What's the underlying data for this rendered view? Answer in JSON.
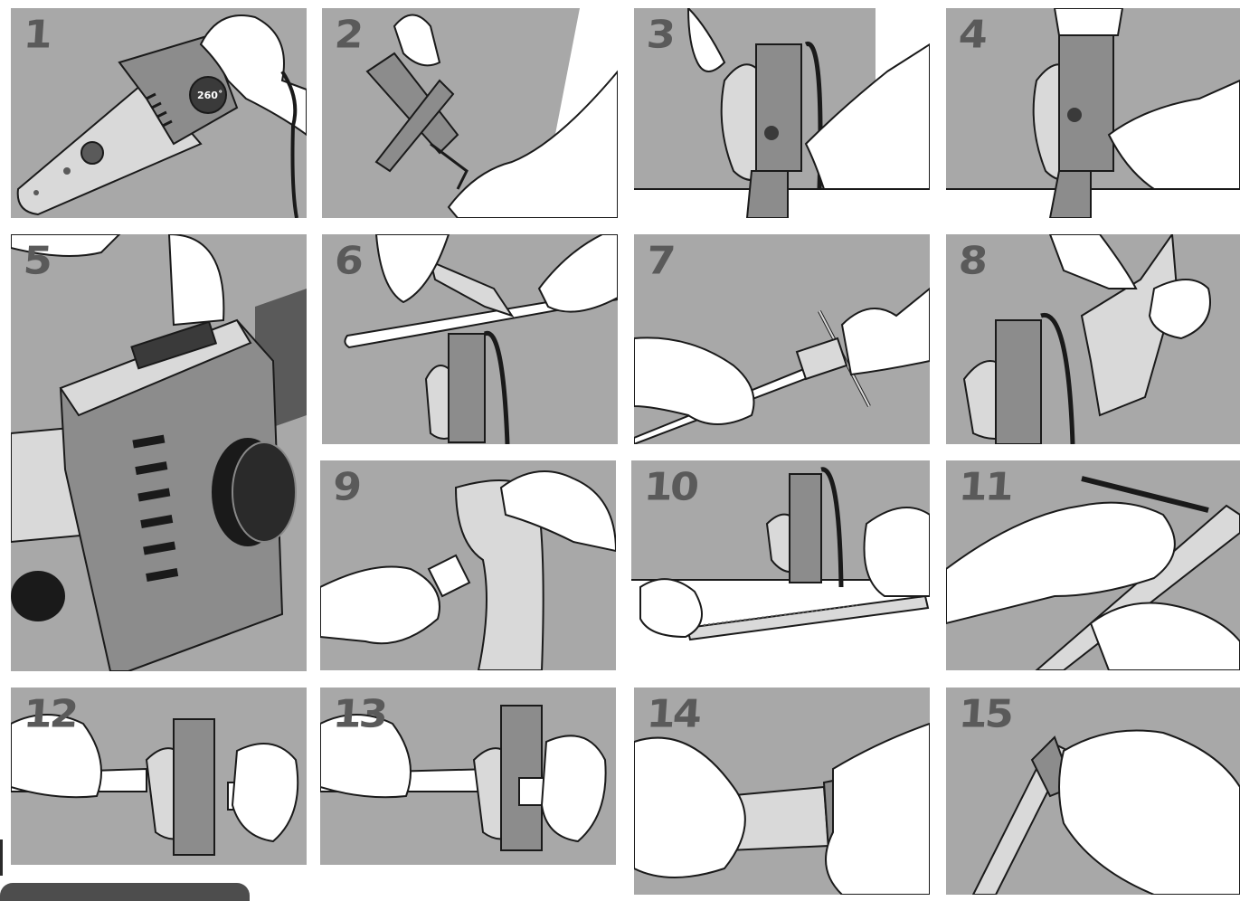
{
  "steps": [
    {
      "number": "1",
      "temperature": "260˚"
    },
    {
      "number": "2"
    },
    {
      "number": "3"
    },
    {
      "number": "4"
    },
    {
      "number": "5"
    },
    {
      "number": "6"
    },
    {
      "number": "7"
    },
    {
      "number": "8"
    },
    {
      "number": "9"
    },
    {
      "number": "10"
    },
    {
      "number": "11"
    },
    {
      "number": "12"
    },
    {
      "number": "13"
    },
    {
      "number": "14"
    },
    {
      "number": "15"
    }
  ],
  "colors": {
    "background": "#a8a8a8",
    "dark_gray": "#5a5a5a",
    "mid_gray": "#8c8c8c",
    "light_gray": "#d9d9d9",
    "hand": "#ffffff",
    "outline": "#1a1a1a"
  }
}
